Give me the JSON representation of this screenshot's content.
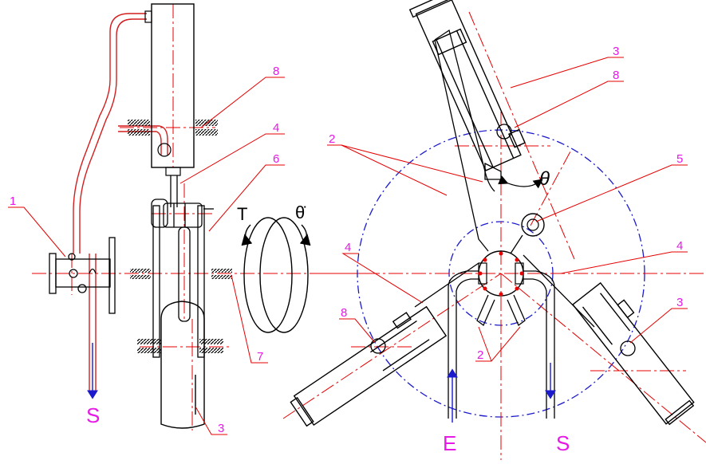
{
  "colors": {
    "outline": "#000000",
    "centerline": "#e60000",
    "leader": "#e60000",
    "label": "#e619e6",
    "circle": "#1a1acc",
    "flow_arrow": "#1a1acc",
    "pipe": "#d21e1e"
  },
  "left_view": {
    "labels": [
      "1",
      "8",
      "4",
      "6",
      "7",
      "3"
    ],
    "outlet": "S",
    "torque": "T",
    "rate": "θ̇"
  },
  "right_view": {
    "labels_top": [
      "3",
      "8",
      "5",
      "4",
      "3"
    ],
    "labels_left": [
      "2",
      "4",
      "8"
    ],
    "label_bottom": "2",
    "angle": "θ",
    "inlet": "E",
    "outlet": "S"
  }
}
